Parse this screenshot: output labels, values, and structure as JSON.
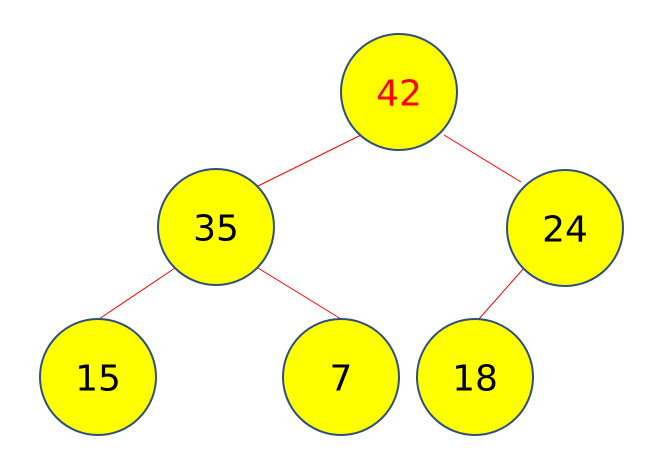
{
  "colors": {
    "node_fill": "#ffff00",
    "node_stroke": "#2f4f7f",
    "edge": "#ff0000",
    "root_text": "#ff0000",
    "text": "#000000"
  },
  "tree": {
    "root": "42",
    "level1": {
      "left": "35",
      "right": "24"
    },
    "level2": {
      "left_left": "15",
      "left_right": "7",
      "right_left": "18"
    }
  }
}
